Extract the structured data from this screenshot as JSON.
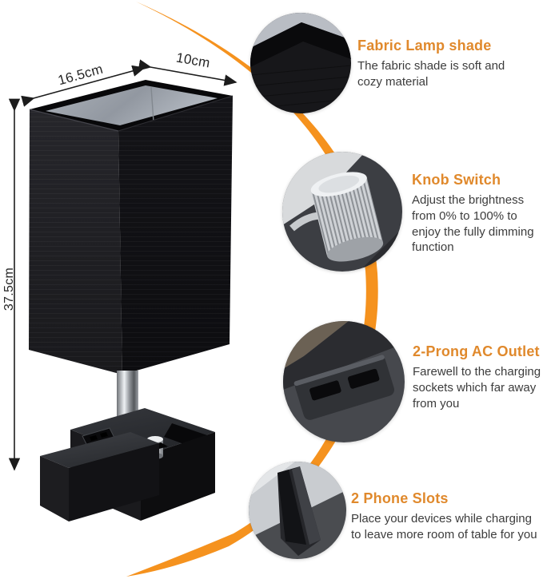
{
  "product": {
    "name": "black fabric table lamp",
    "dimensions": {
      "width_label": "16.5cm",
      "depth_label": "10cm",
      "height_label": "37.5cm"
    }
  },
  "callouts": [
    {
      "title": "Fabric Lamp shade",
      "description": "The fabric shade is soft and cozy material",
      "thumbnail": "lampshade-corner-photo"
    },
    {
      "title": "Knob Switch",
      "description": "Adjust the brightness from 0% to 100% to enjoy the fully dimming function",
      "thumbnail": "knob-switch-photo"
    },
    {
      "title": "2-Prong AC Outlet",
      "description": "Farewell to the charging sockets which far away from you",
      "thumbnail": "ac-outlet-photo"
    },
    {
      "title": "2 Phone Slots",
      "description": "Place your devices while charging to leave more room of table for you",
      "thumbnail": "phone-slot-photo"
    }
  ],
  "colors": {
    "accent_swoosh_orange": "#F5921E",
    "callout_title_orange": "#E0892C",
    "body_text": "#3C3C3C",
    "dimension_text": "#262626"
  }
}
